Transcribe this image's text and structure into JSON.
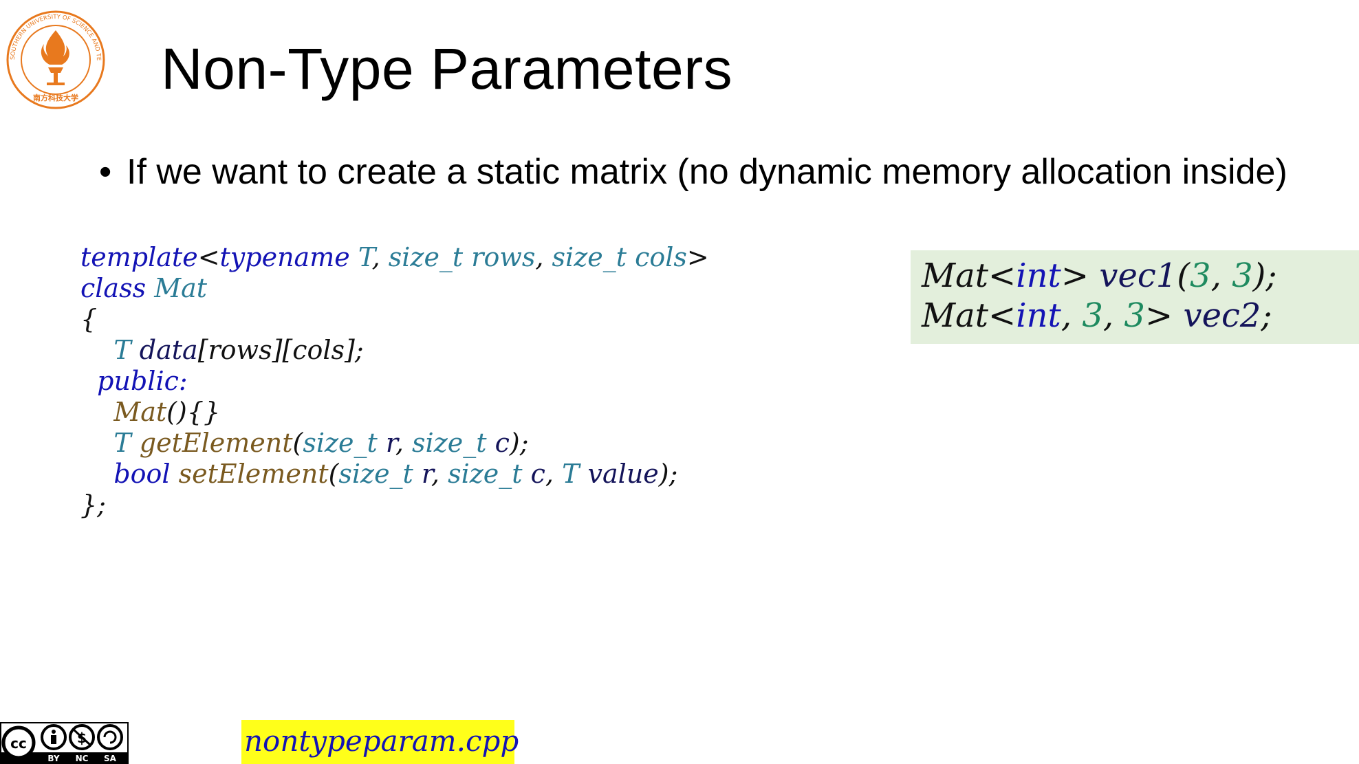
{
  "slide": {
    "title": "Non-Type Parameters",
    "bullet": "If we want to create a static matrix (no dynamic memory allocation inside)",
    "filename": "nontypeparam.cpp"
  },
  "logo": {
    "name": "university-seal",
    "ring_text": "SOUTHERN UNIVERSITY OF SCIENCE AND TECHNOLOGY",
    "chinese_name": "南方科技大学",
    "color": "#e8791e"
  },
  "license_badge": {
    "name": "creative-commons-by-nc-sa-badge",
    "labels": [
      "BY",
      "NC",
      "SA"
    ]
  },
  "code_lines": [
    [
      [
        "kw",
        "template"
      ],
      [
        "pl",
        "<"
      ],
      [
        "kw",
        "typename"
      ],
      [
        "pl",
        " "
      ],
      [
        "ty",
        "T"
      ],
      [
        "pl",
        ", "
      ],
      [
        "ty",
        "size_t"
      ],
      [
        "pl",
        " "
      ],
      [
        "ty",
        "rows"
      ],
      [
        "pl",
        ", "
      ],
      [
        "ty",
        "size_t"
      ],
      [
        "pl",
        " "
      ],
      [
        "ty",
        "cols"
      ],
      [
        "pl",
        ">"
      ]
    ],
    [
      [
        "kw",
        "class"
      ],
      [
        "pl",
        " "
      ],
      [
        "ty",
        "Mat"
      ]
    ],
    [
      [
        "pl",
        "{"
      ]
    ],
    [
      [
        "pl",
        "    "
      ],
      [
        "ty",
        "T"
      ],
      [
        "pl",
        " "
      ],
      [
        "var",
        "data"
      ],
      [
        "pl",
        "[rows][cols];"
      ]
    ],
    [
      [
        "pl",
        "  "
      ],
      [
        "kw",
        "public:"
      ]
    ],
    [
      [
        "pl",
        "    "
      ],
      [
        "fn",
        "Mat"
      ],
      [
        "pl",
        "(){}"
      ]
    ],
    [
      [
        "pl",
        "    "
      ],
      [
        "ty",
        "T"
      ],
      [
        "pl",
        " "
      ],
      [
        "fn",
        "getElement"
      ],
      [
        "pl",
        "("
      ],
      [
        "ty",
        "size_t"
      ],
      [
        "pl",
        " "
      ],
      [
        "var",
        "r"
      ],
      [
        "pl",
        ", "
      ],
      [
        "ty",
        "size_t"
      ],
      [
        "pl",
        " "
      ],
      [
        "var",
        "c"
      ],
      [
        "pl",
        ");"
      ]
    ],
    [
      [
        "pl",
        "    "
      ],
      [
        "kw",
        "bool"
      ],
      [
        "pl",
        " "
      ],
      [
        "fn",
        "setElement"
      ],
      [
        "pl",
        "("
      ],
      [
        "ty",
        "size_t"
      ],
      [
        "pl",
        " "
      ],
      [
        "var",
        "r"
      ],
      [
        "pl",
        ", "
      ],
      [
        "ty",
        "size_t"
      ],
      [
        "pl",
        " "
      ],
      [
        "var",
        "c"
      ],
      [
        "pl",
        ", "
      ],
      [
        "ty",
        "T"
      ],
      [
        "pl",
        " "
      ],
      [
        "var",
        "value"
      ],
      [
        "pl",
        ");"
      ]
    ],
    [
      [
        "pl",
        "};"
      ]
    ]
  ],
  "usage_lines": [
    [
      [
        "pl",
        "Mat<"
      ],
      [
        "kw",
        "int"
      ],
      [
        "pl",
        "> "
      ],
      [
        "var",
        "vec1"
      ],
      [
        "pl",
        "("
      ],
      [
        "num",
        "3"
      ],
      [
        "pl",
        ", "
      ],
      [
        "num",
        "3"
      ],
      [
        "pl",
        ");"
      ]
    ],
    [
      [
        "pl",
        "Mat<"
      ],
      [
        "kw",
        "int"
      ],
      [
        "pl",
        ", "
      ],
      [
        "num",
        "3"
      ],
      [
        "pl",
        ", "
      ],
      [
        "num",
        "3"
      ],
      [
        "pl",
        "> "
      ],
      [
        "var",
        "vec2"
      ],
      [
        "pl",
        ";"
      ]
    ]
  ],
  "colors": {
    "keyword": "#1313b5",
    "type": "#2b7c96",
    "variable": "#14145a",
    "function": "#7a5a20",
    "plain": "#111111",
    "number": "#1e8a5f",
    "usage_bg": "#e3efdc",
    "file_bg": "#ffff1a"
  }
}
